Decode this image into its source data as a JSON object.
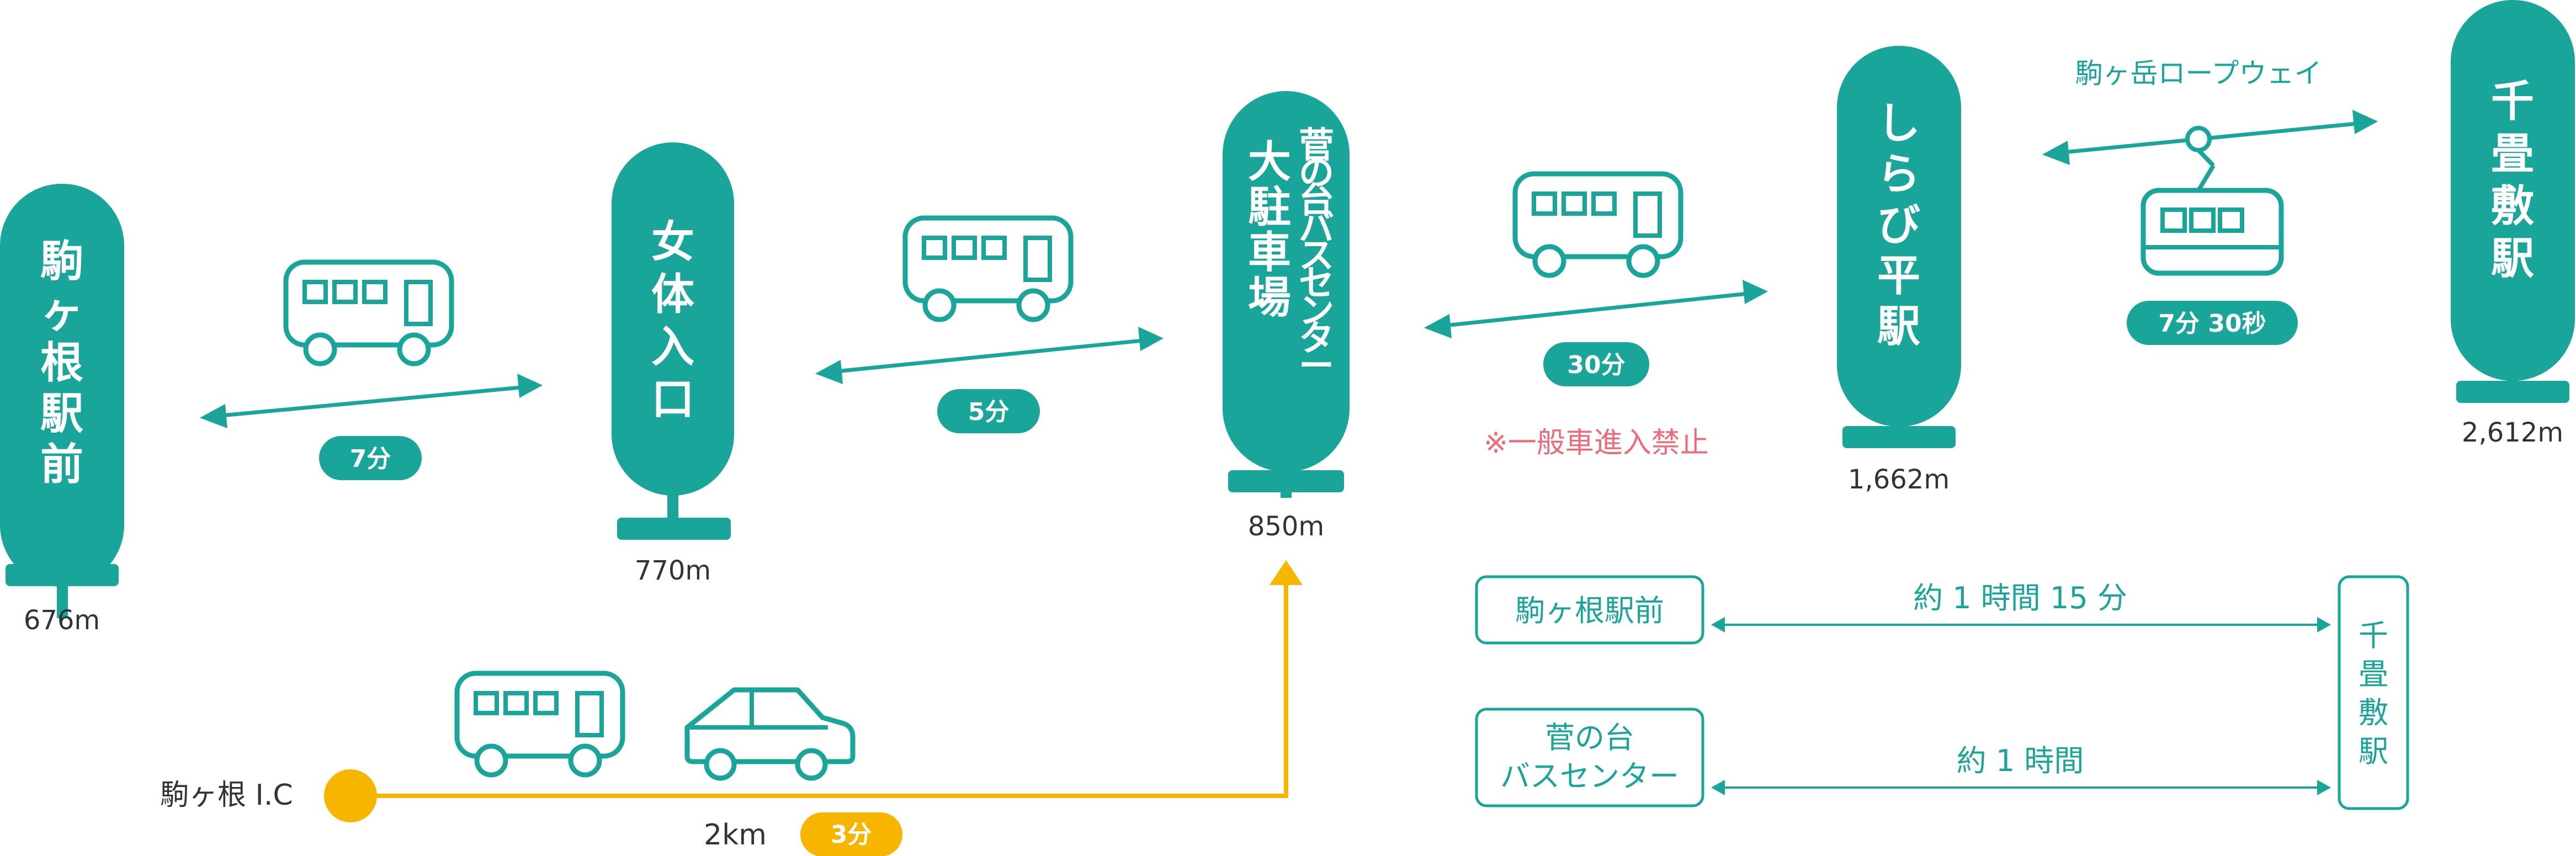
{
  "stations": {
    "komagane_ekimae": {
      "name": [
        "駒",
        "ヶ",
        "根",
        "駅",
        "前"
      ],
      "elevation": "676m"
    },
    "nyotai_iriguchi": {
      "name": [
        "女",
        "体",
        "入",
        "口"
      ],
      "elevation": "770m"
    },
    "suganodai": {
      "sub_name": [
        "菅",
        "の",
        "台",
        "バ",
        "ス",
        "セ",
        "ン",
        "タ",
        "ー"
      ],
      "main_name": [
        "大",
        "駐",
        "車",
        "場"
      ],
      "elevation": "850m"
    },
    "shirabidaira": {
      "name": [
        "し",
        "ら",
        "び",
        "平",
        "駅"
      ],
      "elevation": "1,662m"
    },
    "senjojiki": {
      "name": [
        "千",
        "畳",
        "敷",
        "駅"
      ],
      "elevation": "2,612m"
    }
  },
  "segments": {
    "seg1_time": "7分",
    "seg2_time": "5分",
    "seg3_time": "30分",
    "seg3_note": "※一般車進入禁止",
    "ropeway_name": "駒ヶ岳ロープウェイ",
    "ropeway_time": "7分 30秒"
  },
  "ic": {
    "name": "駒ヶ根 I.C",
    "distance": "2km",
    "time": "3分"
  },
  "legend": {
    "from1": "駒ヶ根駅前",
    "duration1": "約 1 時間 15 分",
    "from2_line1": "菅の台",
    "from2_line2": "バスセンター",
    "duration2": "約 1 時間",
    "to": [
      "千",
      "畳",
      "敷",
      "駅"
    ]
  },
  "colors": {
    "teal": "#1aa59a",
    "orange": "#f7b500",
    "pink": "#ee6b7a",
    "text_dark": "#333333"
  },
  "icons": [
    "bus-icon",
    "car-icon",
    "ropeway-gondola-icon",
    "double-arrow-icon"
  ]
}
